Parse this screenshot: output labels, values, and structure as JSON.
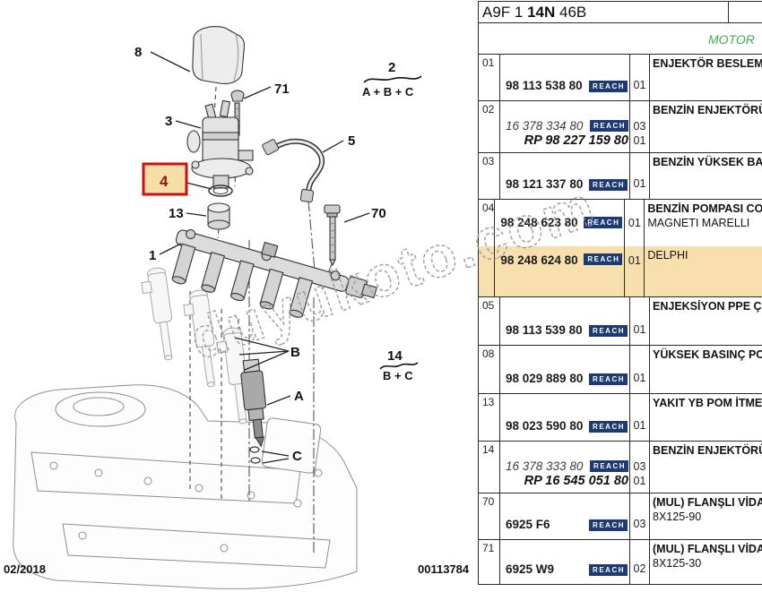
{
  "header": {
    "code": {
      "prefix": "A9F 1 ",
      "bold": "14N",
      "suffix": " 46B"
    },
    "motor": "MOTOR"
  },
  "diagram": {
    "watermark": "duyukoto.com",
    "date": "02/2018",
    "doc_number": "00113784",
    "callouts": {
      "cap": "8",
      "screw": "71",
      "pump": "3",
      "pipe": "5",
      "oring": "4",
      "spacer": "13",
      "bolt": "70",
      "rail": "1",
      "label_a": "A",
      "label_b": "B",
      "label_c": "C"
    },
    "groups": [
      {
        "number": "2",
        "letters": "A + B + C"
      },
      {
        "number": "14",
        "letters": "B + C"
      }
    ]
  },
  "table": {
    "reach": "REACH",
    "rows": [
      {
        "ref": "01",
        "height": 52,
        "type": "single",
        "part": "98 113 538 80",
        "qty": "01",
        "reach": true,
        "desc": [
          {
            "t": "ENJEKTÖR BESLEME",
            "b": true
          }
        ]
      },
      {
        "ref": "02",
        "height": 58,
        "type": "rp",
        "part": "16 378 334 80",
        "qty": "03",
        "rp_part": "RP 98 227 159 80",
        "rp_qty": "01",
        "reach": true,
        "desc": [
          {
            "t": "BENZİN ENJEKTÖRÜ",
            "b": true
          }
        ]
      },
      {
        "ref": "03",
        "height": 52,
        "type": "single",
        "part": "98 121 337 80",
        "qty": "01",
        "reach": true,
        "desc": [
          {
            "t": "BENZİN YÜKSEK BAS",
            "b": true
          }
        ]
      },
      {
        "ref": "04",
        "height": 109,
        "type": "variants",
        "variants": [
          {
            "part": "98 248 623 80",
            "qty": "01",
            "reach": true,
            "height": 52,
            "highlight": false,
            "desc": [
              {
                "t": "BENZİN POMPASI CO",
                "b": true
              },
              {
                "t": "MAGNETI MARELLI",
                "b": false
              }
            ]
          },
          {
            "part": "98 248 624 80",
            "qty": "01",
            "reach": true,
            "height": 57,
            "highlight": true,
            "desc": [
              {
                "t": "DELPHI",
                "b": false
              }
            ]
          }
        ]
      },
      {
        "ref": "05",
        "height": 54,
        "type": "single",
        "part": "98 113 539 80",
        "qty": "01",
        "reach": true,
        "desc": [
          {
            "t": "ENJEKSİYON PPE Çİ",
            "b": true
          }
        ]
      },
      {
        "ref": "08",
        "height": 54,
        "type": "single",
        "part": "98 029 889 80",
        "qty": "01",
        "reach": true,
        "desc": [
          {
            "t": "YÜKSEK BASINÇ PO",
            "b": true
          }
        ]
      },
      {
        "ref": "13",
        "height": 53,
        "type": "single",
        "part": "98 023 590 80",
        "qty": "01",
        "reach": true,
        "desc": [
          {
            "t": "YAKIT YB POM İTME",
            "b": true
          }
        ]
      },
      {
        "ref": "14",
        "height": 58,
        "type": "rp",
        "part": "16 378 333 80",
        "qty": "03",
        "rp_part": "RP 16 545 051 80",
        "rp_qty": "01",
        "reach": true,
        "desc": [
          {
            "t": "BENZİN ENJEKTÖRÜ",
            "b": true
          }
        ]
      },
      {
        "ref": "70",
        "height": 52,
        "type": "single",
        "part": "6925 F6",
        "qty": "03",
        "reach": true,
        "desc": [
          {
            "t": "(MUL) FLANŞLI VİDA",
            "b": true
          },
          {
            "t": "8X125-90",
            "b": false
          }
        ]
      },
      {
        "ref": "71",
        "height": 50,
        "type": "single",
        "part": "6925 W9",
        "qty": "02",
        "reach": true,
        "desc": [
          {
            "t": "(MUL) FLANŞLI VİDA",
            "b": true
          },
          {
            "t": "8X125-30",
            "b": false
          }
        ]
      }
    ]
  },
  "colors": {
    "row_highlight": "#f8dfae",
    "reach_bg": "#1d3a75",
    "motor_green": "#3eb04b",
    "callout_red": "#cc1010",
    "callout_box_bg": "#f6dfa6",
    "callout_red_text": "#991111",
    "border": "#2b2b2b"
  }
}
